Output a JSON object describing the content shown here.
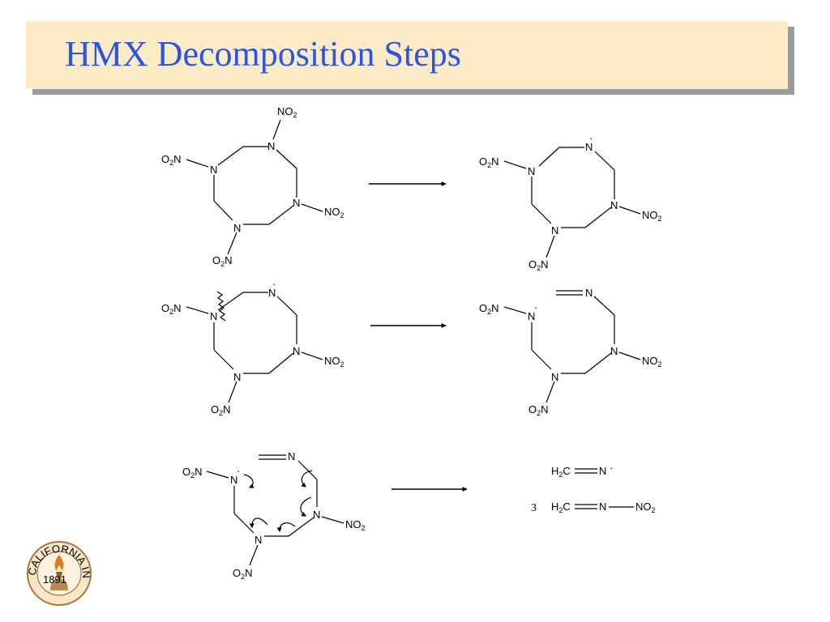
{
  "slide": {
    "title": "HMX Decomposition Steps"
  },
  "atoms": {
    "N": "N",
    "no2": "NO",
    "o2n_o": "O",
    "o2n_n": "N",
    "sub2": "2",
    "h2c_h": "H",
    "h2c_c": "C",
    "radical": "·"
  },
  "products": {
    "coefficient": "3"
  },
  "logo": {
    "name": "CALIFORNIA INSTITUTE OF TECHNOLOGY",
    "year": "1891",
    "colors": {
      "ring": "#a8743a",
      "flame": "#e07820"
    }
  },
  "colors": {
    "title": "#2a54e8",
    "title_bg": "#fdebc6",
    "shadow": "#9b9b9b"
  }
}
